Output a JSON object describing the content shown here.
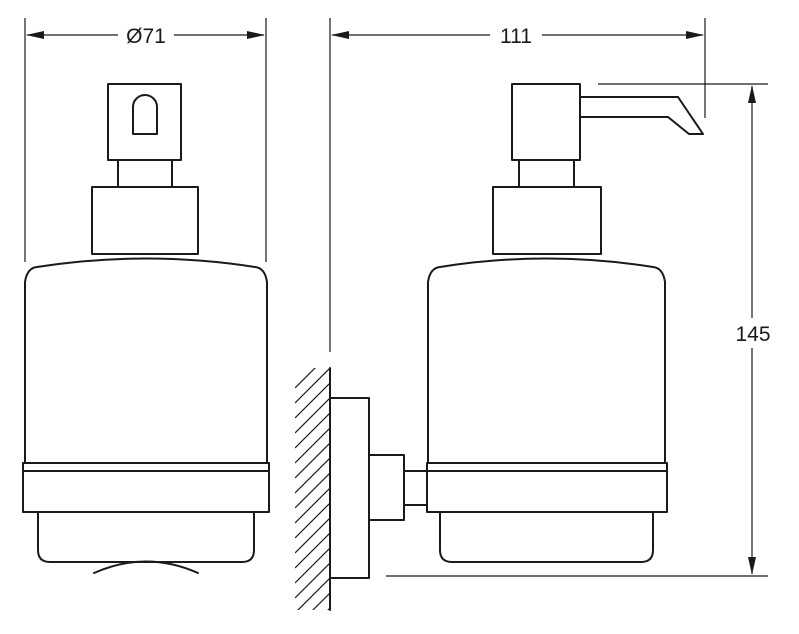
{
  "dimensions": {
    "diameter": "Ø71",
    "width": "111",
    "height": "145"
  }
}
